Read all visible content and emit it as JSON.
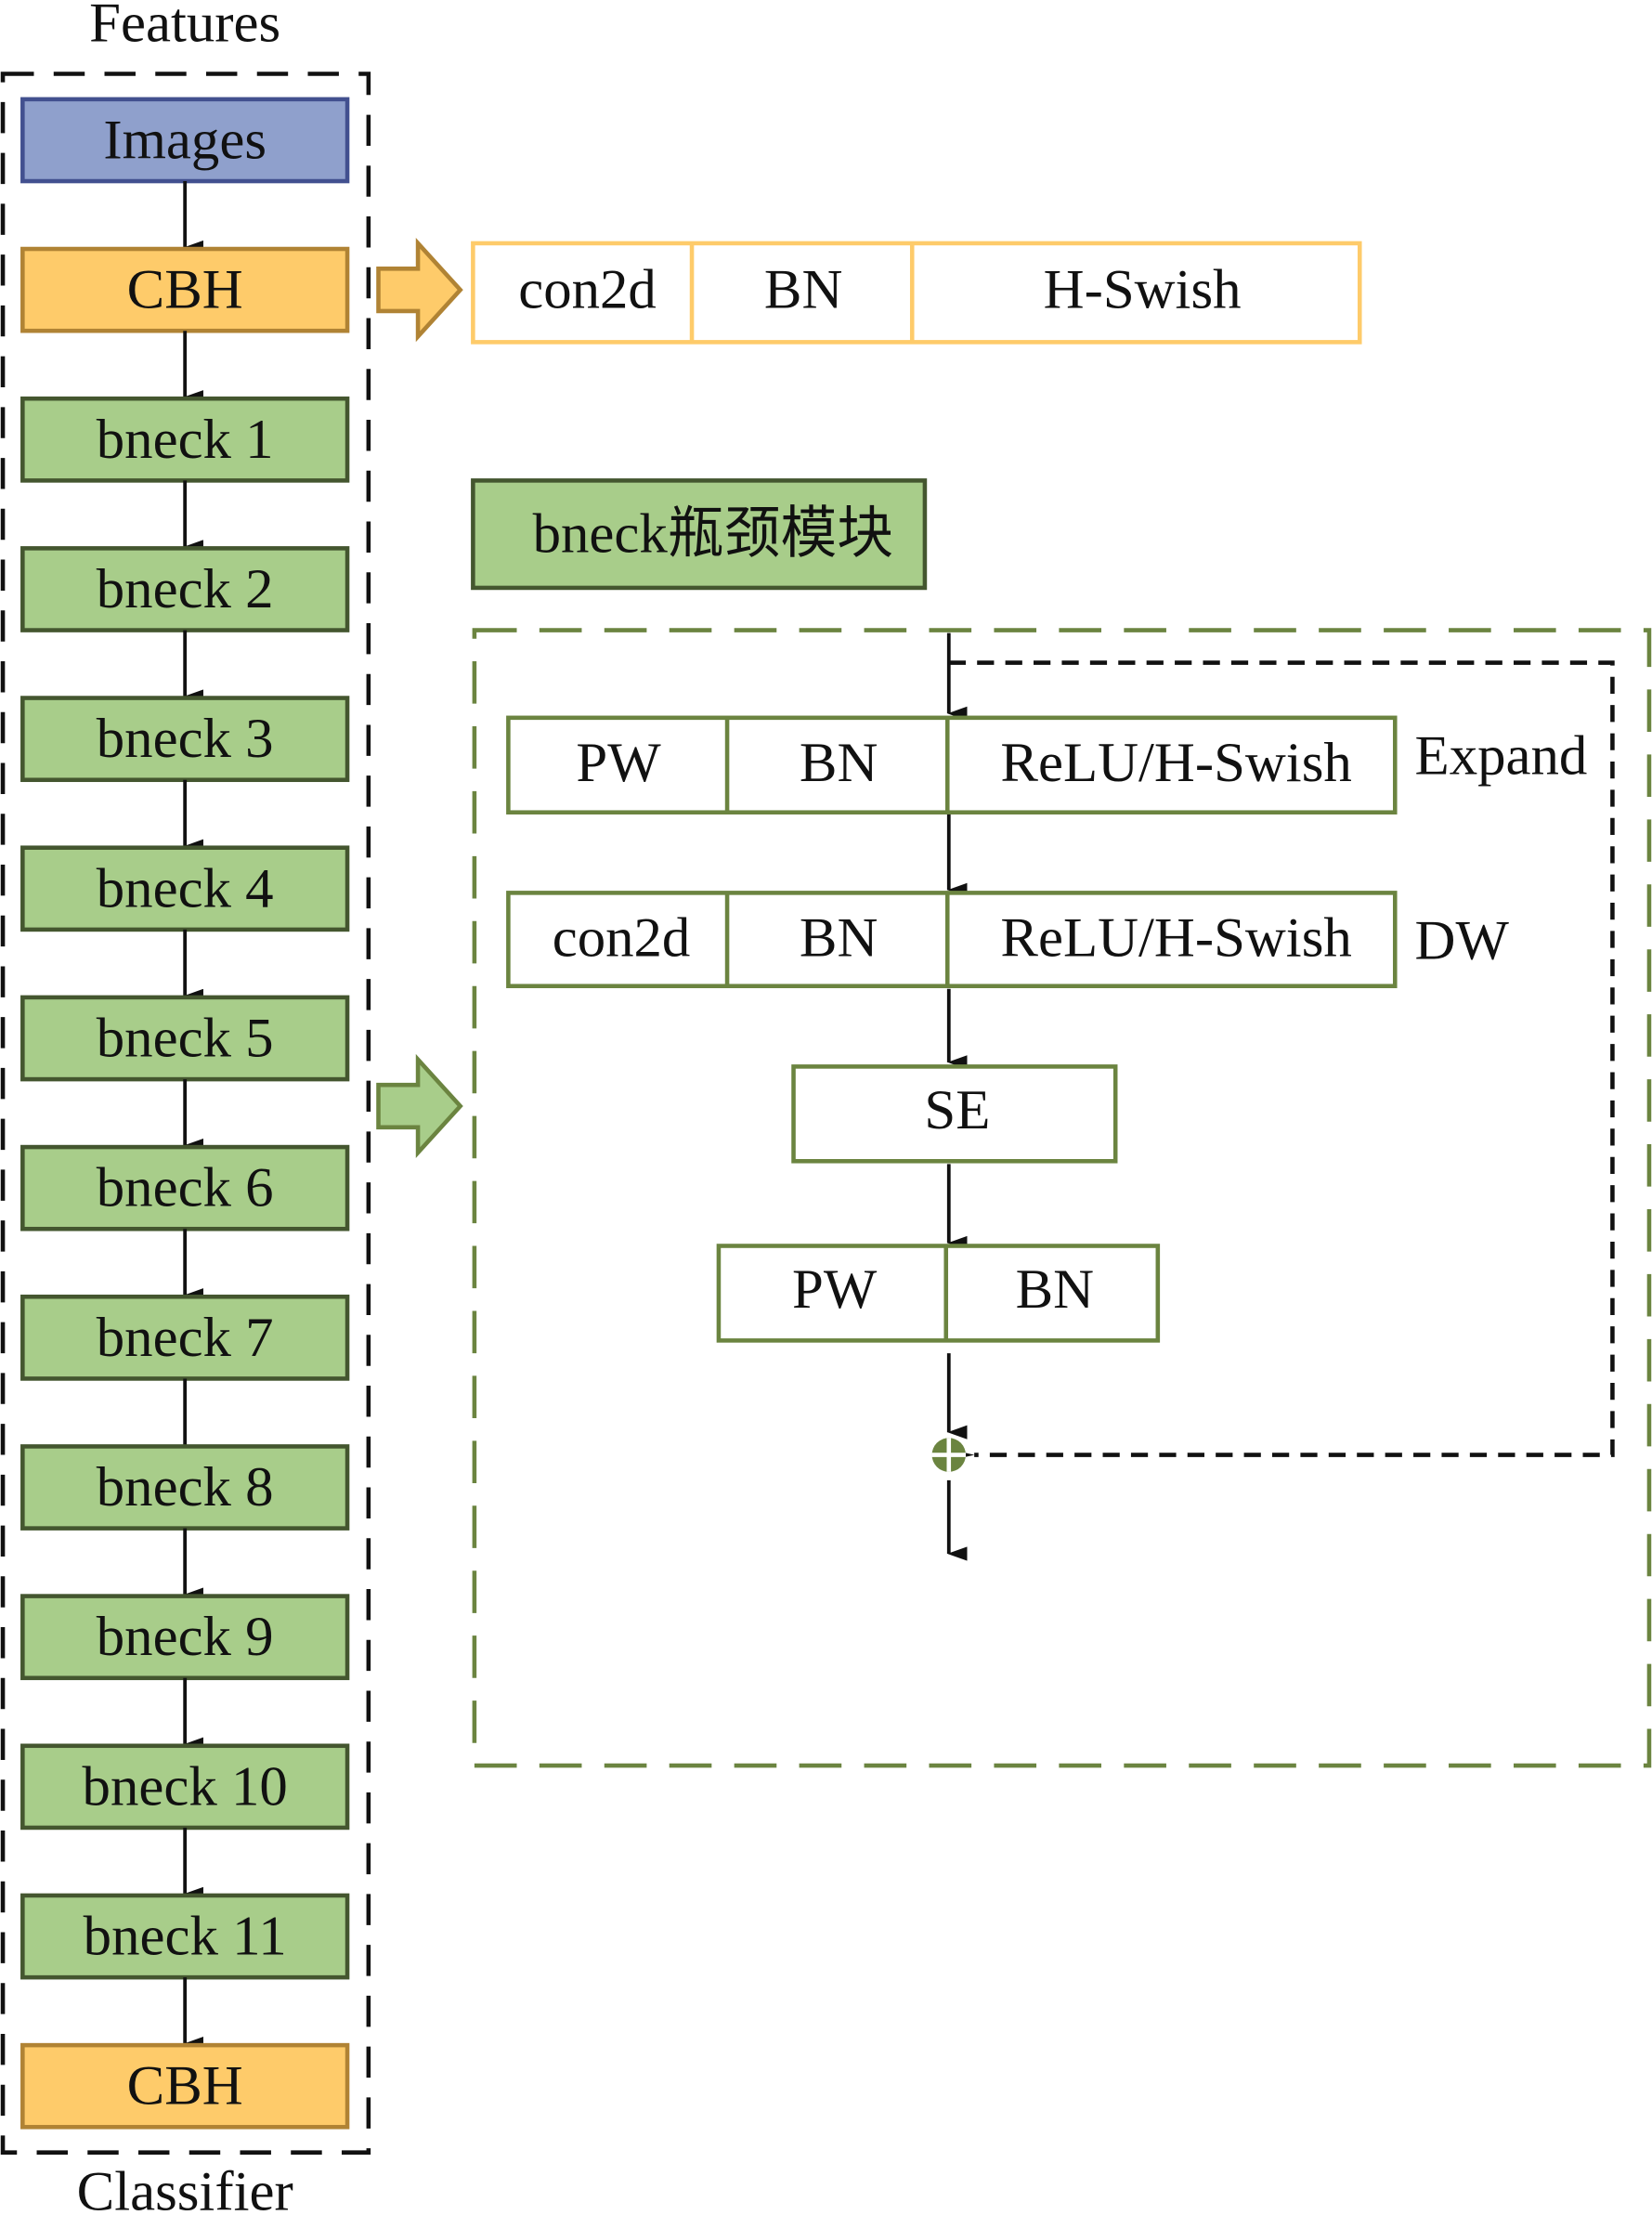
{
  "colors": {
    "images_fill": "#8fa0cc",
    "images_stroke": "#42508f",
    "cbh_fill": "#fecb6a",
    "cbh_stroke": "#b08334",
    "bneck_fill": "#a8cd8a",
    "bneck_stroke": "#44562f",
    "module_stroke": "#6b8440",
    "arrow": "#111111"
  },
  "features_label": "Features",
  "classifier_label": "Classifier",
  "pipeline": [
    {
      "label": "Images",
      "kind": "images"
    },
    {
      "label": "CBH",
      "kind": "cbh"
    },
    {
      "label": "bneck 1",
      "kind": "bneck"
    },
    {
      "label": "bneck 2",
      "kind": "bneck"
    },
    {
      "label": "bneck 3",
      "kind": "bneck"
    },
    {
      "label": "bneck 4",
      "kind": "bneck"
    },
    {
      "label": "bneck 5",
      "kind": "bneck"
    },
    {
      "label": "bneck 6",
      "kind": "bneck"
    },
    {
      "label": "bneck 7",
      "kind": "bneck"
    },
    {
      "label": "bneck 8",
      "kind": "bneck"
    },
    {
      "label": "bneck 9",
      "kind": "bneck"
    },
    {
      "label": "bneck 10",
      "kind": "bneck"
    },
    {
      "label": "bneck 11",
      "kind": "bneck"
    },
    {
      "label": "CBH",
      "kind": "cbh"
    }
  ],
  "cbh_detail": {
    "cells": [
      "con2d",
      "BN",
      "H-Swish"
    ]
  },
  "bneck_title": "bneck瓶颈模块",
  "bneck_module": {
    "expand_row": {
      "cells": [
        "PW",
        "BN",
        "ReLU/H-Swish"
      ],
      "side_label": "Expand"
    },
    "dw_row": {
      "cells": [
        "con2d",
        "BN",
        "ReLU/H-Swish"
      ],
      "side_label": "DW"
    },
    "se": "SE",
    "project_row": {
      "cells": [
        "PW",
        "BN"
      ]
    },
    "add_symbol": "⊕"
  }
}
